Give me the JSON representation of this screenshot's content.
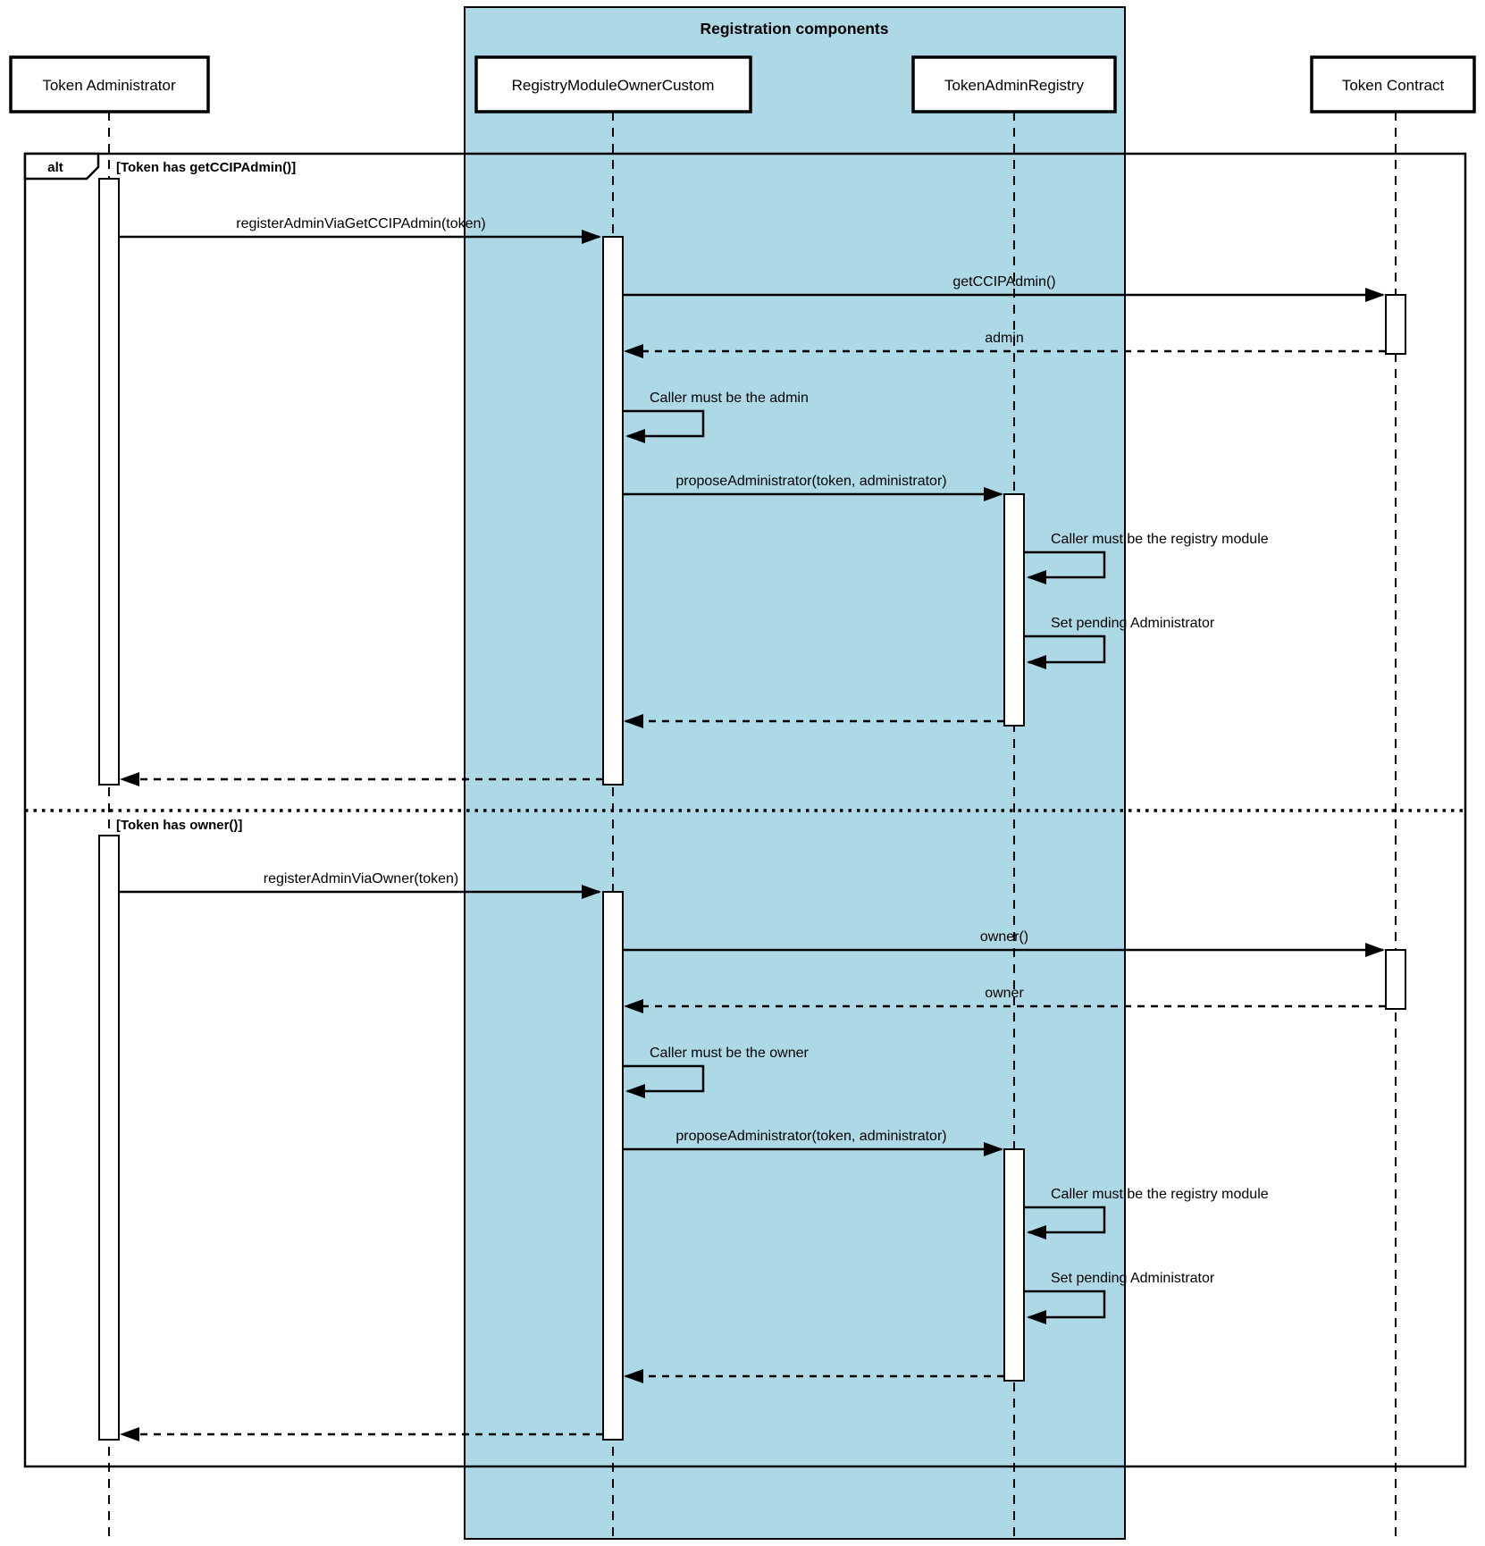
{
  "diagram": {
    "type": "uml-sequence-diagram",
    "region": {
      "title": "Registration components",
      "highlight_color": "#add8e6"
    },
    "colors": {
      "highlight": "#add8e6",
      "line": "#000000",
      "box_fill": "#ffffff"
    },
    "participants": [
      {
        "id": "token-administrator",
        "label": "Token Administrator"
      },
      {
        "id": "registry-module-owner-custom",
        "label": "RegistryModuleOwnerCustom"
      },
      {
        "id": "token-admin-registry",
        "label": "TokenAdminRegistry"
      },
      {
        "id": "token-contract",
        "label": "Token Contract"
      }
    ],
    "frame": {
      "operator": "alt",
      "condition_1": "[Token has getCCIPAdmin()]",
      "condition_2": "[Token has owner()]"
    },
    "messages": [
      {
        "label": "registerAdminViaGetCCIPAdmin(token)",
        "from": "Token Administrator",
        "to": "RegistryModuleOwnerCustom",
        "kind": "sync"
      },
      {
        "label": "getCCIPAdmin()",
        "from": "RegistryModuleOwnerCustom",
        "to": "Token Contract",
        "kind": "sync"
      },
      {
        "label": "admin",
        "from": "Token Contract",
        "to": "RegistryModuleOwnerCustom",
        "kind": "return"
      },
      {
        "label": "Caller must be the admin",
        "from": "RegistryModuleOwnerCustom",
        "to": "RegistryModuleOwnerCustom",
        "kind": "self"
      },
      {
        "label": "proposeAdministrator(token, administrator)",
        "from": "RegistryModuleOwnerCustom",
        "to": "TokenAdminRegistry",
        "kind": "sync"
      },
      {
        "label": "Caller must be the registry module",
        "from": "TokenAdminRegistry",
        "to": "TokenAdminRegistry",
        "kind": "self"
      },
      {
        "label": "Set pending Administrator",
        "from": "TokenAdminRegistry",
        "to": "TokenAdminRegistry",
        "kind": "self"
      },
      {
        "label": "",
        "from": "TokenAdminRegistry",
        "to": "RegistryModuleOwnerCustom",
        "kind": "return"
      },
      {
        "label": "",
        "from": "RegistryModuleOwnerCustom",
        "to": "Token Administrator",
        "kind": "return"
      },
      {
        "label": "registerAdminViaOwner(token)",
        "from": "Token Administrator",
        "to": "RegistryModuleOwnerCustom",
        "kind": "sync"
      },
      {
        "label": "owner()",
        "from": "RegistryModuleOwnerCustom",
        "to": "Token Contract",
        "kind": "sync"
      },
      {
        "label": "owner",
        "from": "Token Contract",
        "to": "RegistryModuleOwnerCustom",
        "kind": "return"
      },
      {
        "label": "Caller must be the owner",
        "from": "RegistryModuleOwnerCustom",
        "to": "RegistryModuleOwnerCustom",
        "kind": "self"
      },
      {
        "label": "proposeAdministrator(token, administrator)",
        "from": "RegistryModuleOwnerCustom",
        "to": "TokenAdminRegistry",
        "kind": "sync"
      },
      {
        "label": "Caller must be the registry module",
        "from": "TokenAdminRegistry",
        "to": "TokenAdminRegistry",
        "kind": "self"
      },
      {
        "label": "Set pending Administrator",
        "from": "TokenAdminRegistry",
        "to": "TokenAdminRegistry",
        "kind": "self"
      },
      {
        "label": "",
        "from": "TokenAdminRegistry",
        "to": "RegistryModuleOwnerCustom",
        "kind": "return"
      },
      {
        "label": "",
        "from": "RegistryModuleOwnerCustom",
        "to": "Token Administrator",
        "kind": "return"
      }
    ]
  }
}
